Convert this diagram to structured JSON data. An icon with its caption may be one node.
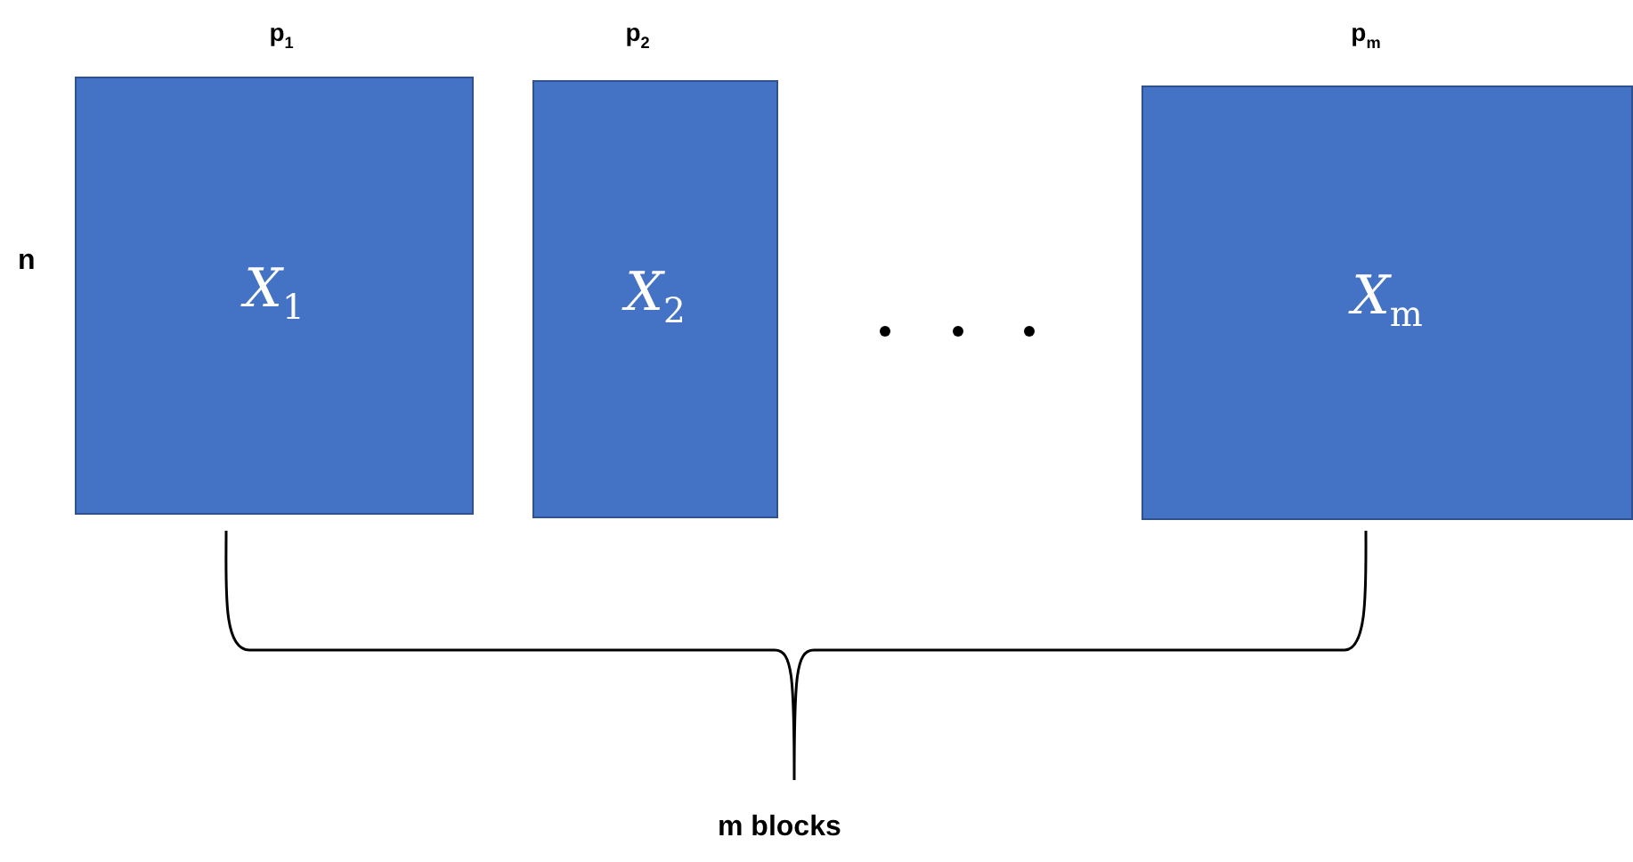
{
  "diagram": {
    "nodes": [
      {
        "text": [
          "*X*$_{1}$"
        ],
        "beside": [
          "p$_{1}$"
        ]
      },
      {
        "text": [
          "*X*$_{2}$"
        ],
        "beside": [
          "p$_{2}$"
        ]
      },
      {
        "text": [
          "*X*$_{m}$"
        ],
        "beside": [
          "p$_{m}$"
        ]
      }
    ],
    "labels": [
      "n",
      "m blocks"
    ]
  }
}
